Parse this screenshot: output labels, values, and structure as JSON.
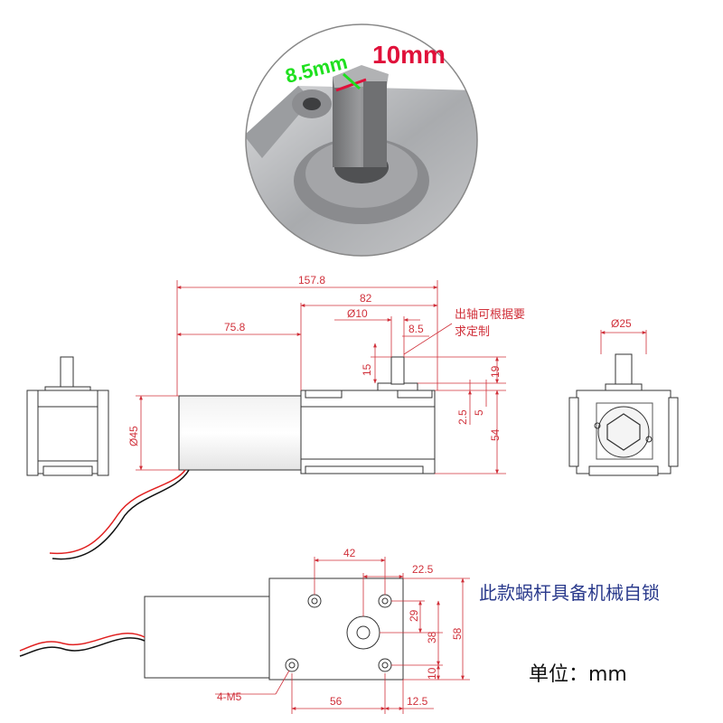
{
  "photo": {
    "label_width": "8.5mm",
    "label_diameter": "10mm",
    "colors": {
      "green": "#1fe01f",
      "red": "#e0103a"
    }
  },
  "front_view": {
    "total_length": "157.8",
    "gearbox_length": "82",
    "motor_length": "75.8",
    "shaft_diameter": "Ø10",
    "shaft_flat": "8.5",
    "shaft_length": "15",
    "shaft_height": "19",
    "dim_2_5": "2.5",
    "dim_5": "5",
    "gearbox_height": "54",
    "motor_diameter": "Ø45",
    "note": "出轴可根据要求定制"
  },
  "end_view": {
    "diameter": "Ø25"
  },
  "bottom_view": {
    "dim_42": "42",
    "dim_22_5": "22.5",
    "dim_29": "29",
    "dim_38": "38",
    "dim_58": "58",
    "dim_10": "10",
    "dim_56": "56",
    "dim_12_5": "12.5",
    "holes": "4-M5"
  },
  "notes": {
    "self_lock": "此款蜗杆具备机械自锁",
    "unit": "单位：mm"
  },
  "colors": {
    "dimension": "#d0303a",
    "outline": "#333333",
    "note_blue": "#2a3a8c"
  }
}
